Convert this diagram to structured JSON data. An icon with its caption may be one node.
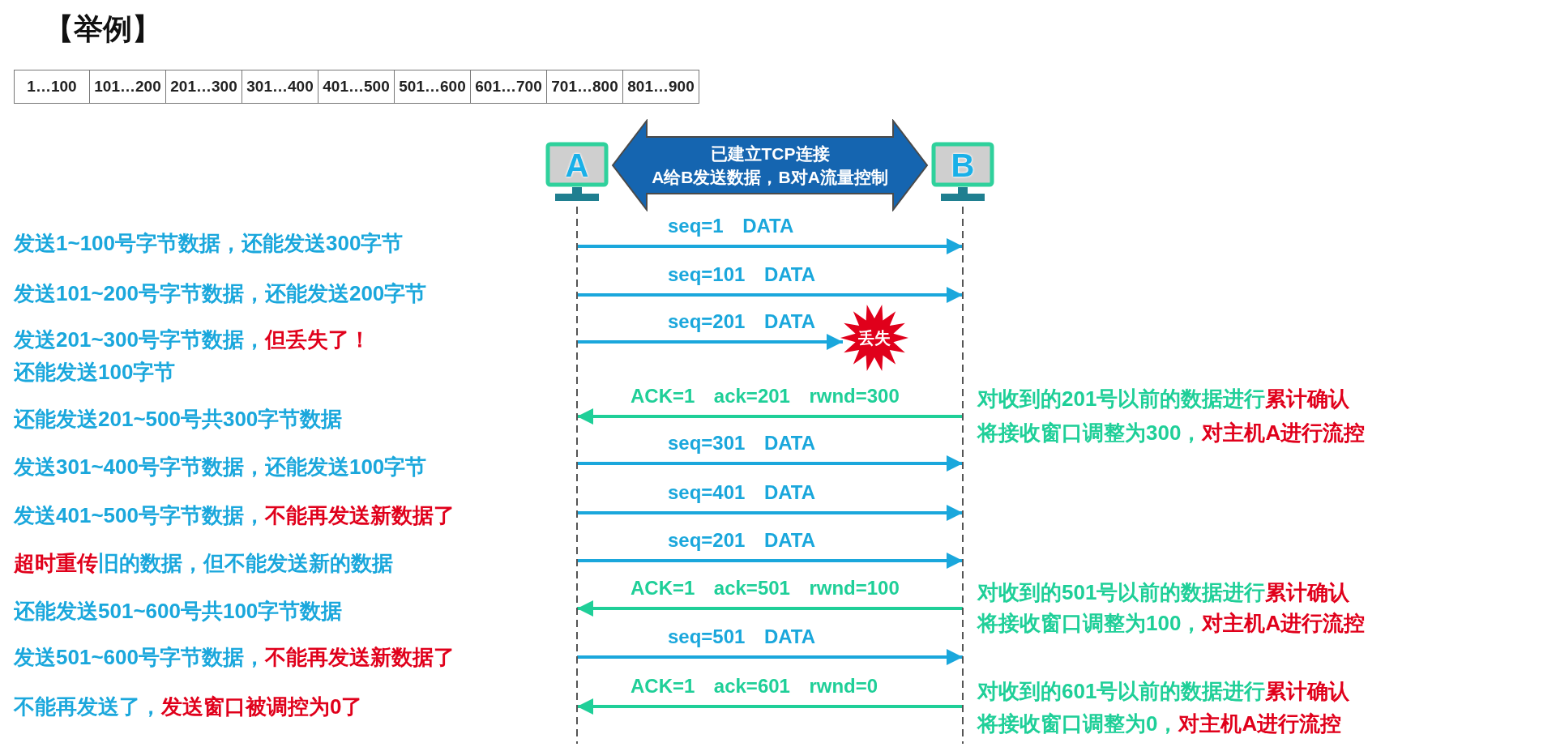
{
  "diagram": {
    "title": "【举例】",
    "nodes": [
      {
        "text": [
          "A"
        ]
      },
      {
        "text": [
          "已建立TCP连接",
          "A给B发送数据，B对A流量控制"
        ]
      },
      {
        "text": [
          "B"
        ]
      },
      {
        "text": [
          "丢失"
        ]
      }
    ],
    "edges": [
      {
        "from": 0,
        "to": 2,
        "arrow": "to",
        "label": "seq=1 DATA"
      },
      {
        "from": 0,
        "to": 2,
        "arrow": "to",
        "label": "seq=101 DATA"
      },
      {
        "from": 0,
        "to": 3,
        "arrow": "to",
        "label": "seq=201 DATA"
      },
      {
        "from": 2,
        "to": 0,
        "arrow": "to",
        "label": "ACK=1 ack=201 rwnd=300",
        "color": "#1fcf98"
      },
      {
        "from": 0,
        "to": 2,
        "arrow": "to",
        "label": "seq=301 DATA"
      },
      {
        "from": 0,
        "to": 2,
        "arrow": "to",
        "label": "seq=401 DATA"
      },
      {
        "from": 0,
        "to": 2,
        "arrow": "to",
        "label": "seq=201 DATA"
      },
      {
        "from": 2,
        "to": 0,
        "arrow": "to",
        "label": "ACK=1 ack=501 rwnd=100",
        "color": "#1fcf98"
      },
      {
        "from": 0,
        "to": 2,
        "arrow": "to",
        "label": "seq=501 DATA"
      },
      {
        "from": 2,
        "to": 0,
        "arrow": "to",
        "label": "ACK=1 ack=601 rwnd=0",
        "color": "#1fcf98"
      }
    ],
    "labels": [
      "1…100",
      "101…200",
      "201…300",
      "301…400",
      "401…500",
      "501…600",
      "601…700",
      "701…800",
      "801…900",
      "发送1~100号字节数据，还能发送300字节",
      "发送101~200号字节数据，还能发送200字节",
      "发送201~300号字节数据，",
      "但丢失了！",
      "还能发送100字节",
      "还能发送201~500号共300字节数据",
      "对收到的201号以前的数据进行",
      "累计确认",
      "将接收窗口调整为300，",
      "对主机A进行流控",
      "发送301~400号字节数据，还能发送100字节",
      "发送401~500号字节数据，",
      "不能再发送新数据了",
      "超时重传",
      "旧的数据，但不能发送新的数据",
      "还能发送501~600号共100字节数据",
      "对收到的501号以前的数据进行",
      "累计确认",
      "将接收窗口调整为100，",
      "对主机A进行流控",
      "发送501~600号字节数据，",
      "不能再发送新数据了",
      "不能再发送了，",
      "发送窗口被调控为0了",
      "对收到的601号以前的数据进行",
      "累计确认",
      "将接收窗口调整为0，",
      "对主机A进行流控"
    ]
  }
}
